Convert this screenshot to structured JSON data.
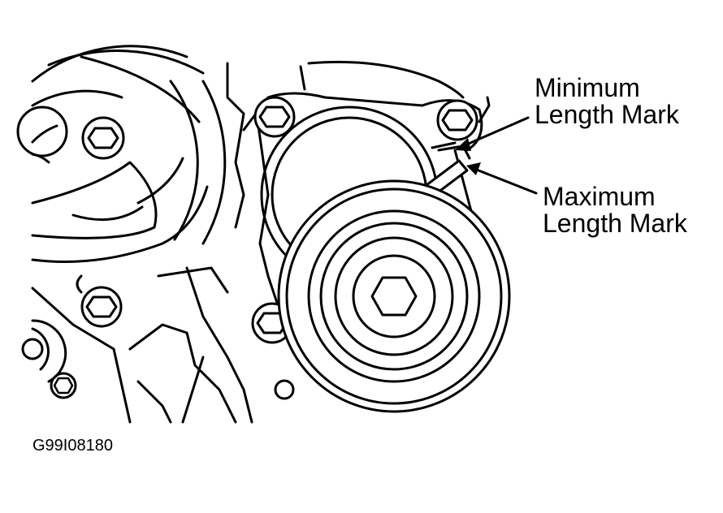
{
  "callouts": {
    "minimum": {
      "line1": "Minimum",
      "line2": "Length Mark"
    },
    "maximum": {
      "line1": "Maximum",
      "line2": "Length Mark"
    }
  },
  "figure_id": "G99I08180"
}
